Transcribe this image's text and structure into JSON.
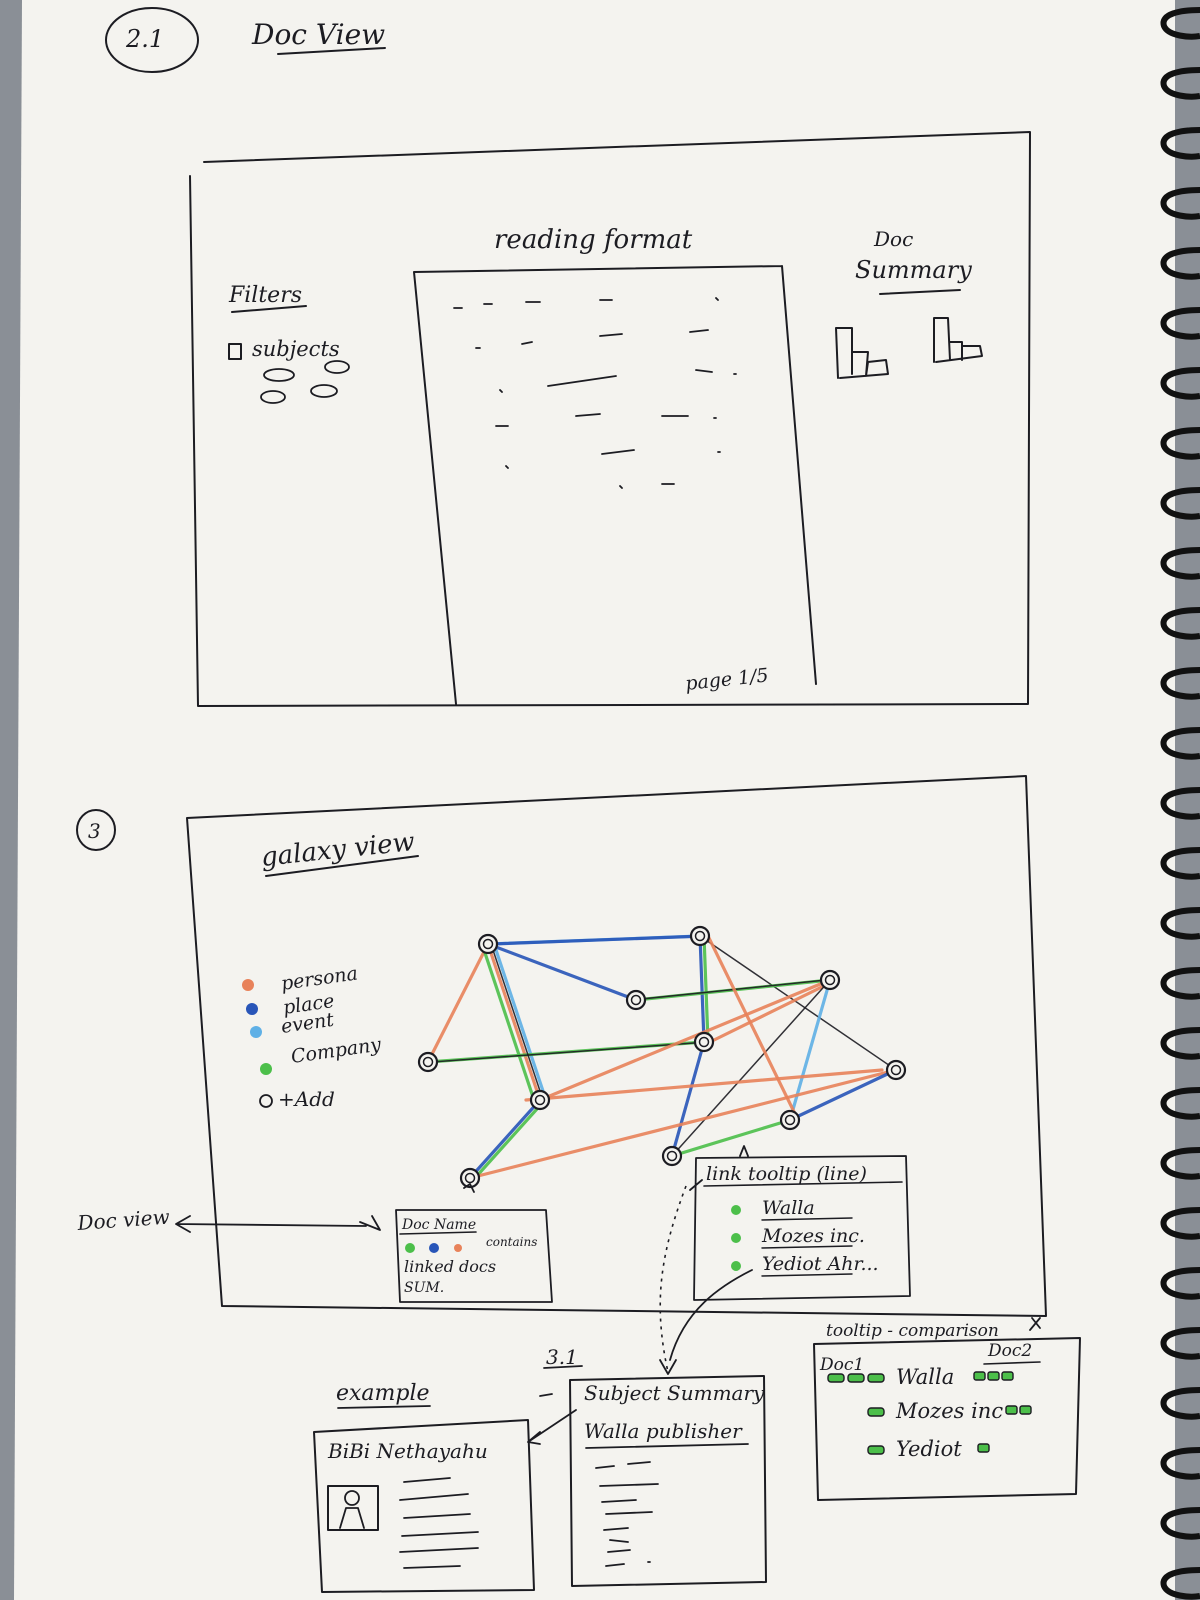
{
  "section_21": {
    "number": "2.1",
    "title": "Doc View",
    "filters_label": "Filters",
    "subjects_label": "subjects",
    "reading_label": "reading format",
    "doc_summary_line1": "Doc",
    "doc_summary_line2": "Summary",
    "page_label": "page 1/5"
  },
  "section_3": {
    "number": "3",
    "title": "galaxy view",
    "legend": [
      {
        "label": "persona",
        "color": "#e8825a"
      },
      {
        "label": "place",
        "color": "#2855b8"
      },
      {
        "label": "event",
        "color": "#5fb0e6"
      },
      {
        "label": "Company",
        "color": "#4cbf4a"
      }
    ],
    "add_label": "+Add",
    "link_tooltip": {
      "title": "link tooltip (line)",
      "items": [
        "Walla",
        "Mozes inc.",
        "Yediot Ahr..."
      ],
      "item_color": "#4cbf4a"
    },
    "doc_tooltip": {
      "title": "Doc Name",
      "contains": "contains",
      "linked_docs": "linked docs",
      "sum": "SUM."
    },
    "doc_view_arrow_label": "Doc view"
  },
  "section_31": {
    "number": "3.1",
    "example_label": "example",
    "example_name": "BiBi Nethayahu",
    "subject_summary": "Subject Summary",
    "publisher": "Walla publisher"
  },
  "comparison": {
    "title": "tooltip - comparison",
    "doc1": "Doc1",
    "doc2": "Doc2",
    "rows": [
      "Walla",
      "Mozes inc",
      "Yediot"
    ]
  },
  "colors": {
    "paper": "#f4f3ef",
    "ink": "#1c1c22",
    "background": "#8a8f96"
  }
}
